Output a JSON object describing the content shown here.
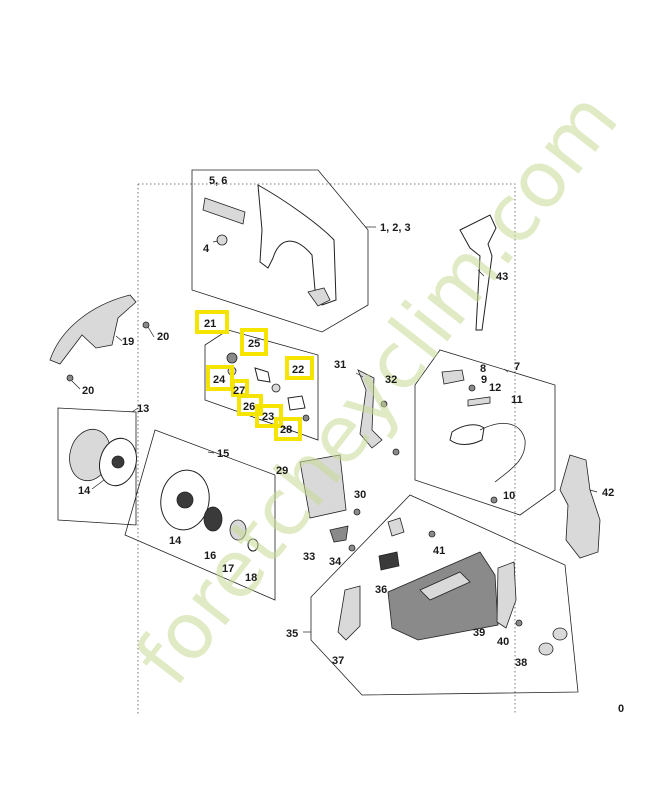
{
  "watermark": {
    "text": "foretcheyclim.com",
    "color": "#c8dc96"
  },
  "highlight_color": "#f5e400",
  "corner_mark": "0",
  "callouts": {
    "p1_2_3": "1, 2, 3",
    "p4": "4",
    "p5_6": "5, 6",
    "p7": "7",
    "p8": "8",
    "p9": "9",
    "p10": "10",
    "p11": "11",
    "p12": "12",
    "p13": "13",
    "p14a": "14",
    "p14b": "14",
    "p15": "15",
    "p16": "16",
    "p17": "17",
    "p18": "18",
    "p19": "19",
    "p20a": "20",
    "p20b": "20",
    "p21": "21",
    "p22": "22",
    "p23": "23",
    "p24": "24",
    "p25": "25",
    "p26": "26",
    "p27": "27",
    "p28": "28",
    "p29": "29",
    "p30": "30",
    "p31": "31",
    "p32": "32",
    "p33": "33",
    "p34": "34",
    "p35": "35",
    "p36": "36",
    "p37": "37",
    "p38": "38",
    "p39": "39",
    "p40": "40",
    "p41": "41",
    "p42": "42",
    "p43": "43"
  },
  "highlighted": [
    "21",
    "22",
    "23",
    "24",
    "25",
    "26",
    "27",
    "28"
  ]
}
